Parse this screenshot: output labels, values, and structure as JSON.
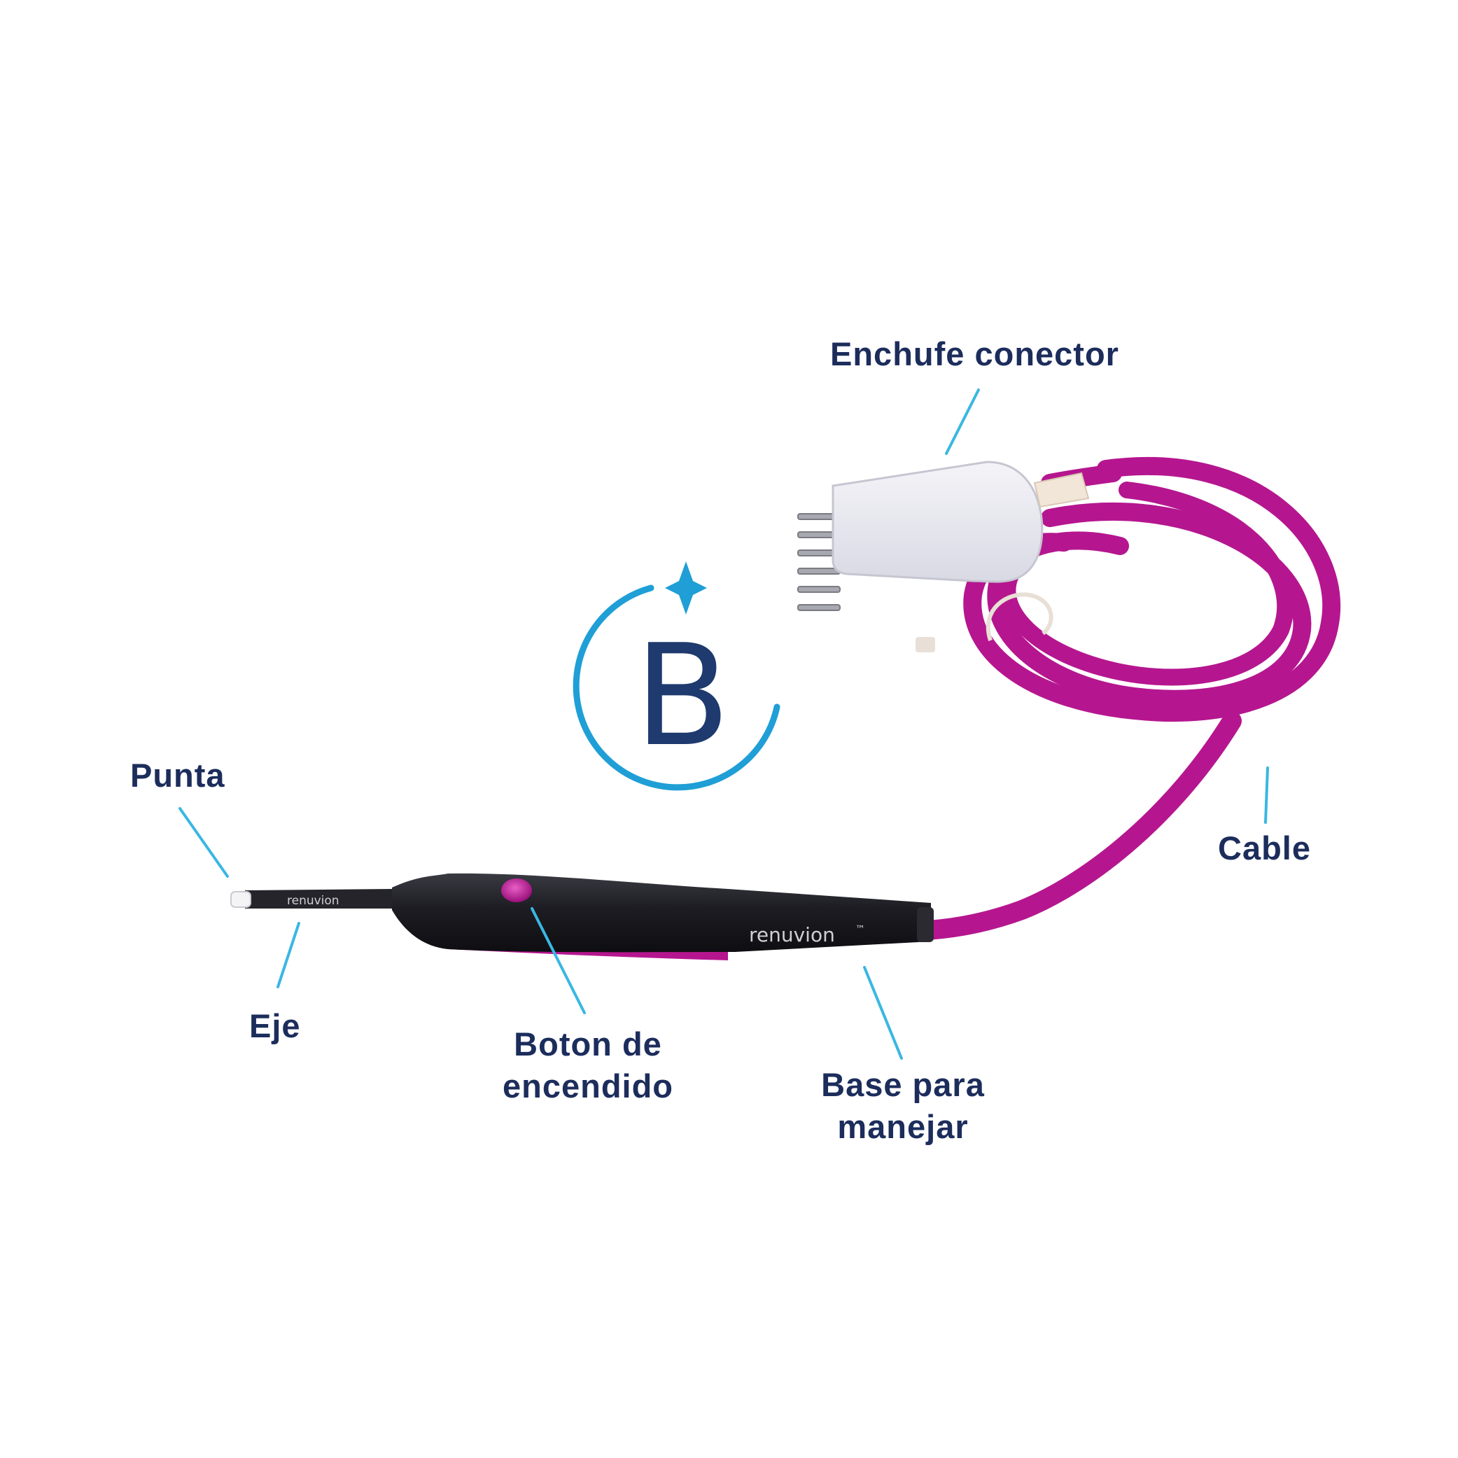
{
  "colors": {
    "label_text": "#1c2d5c",
    "leader_line": "#3ab7e2",
    "cable": "#b5168f",
    "handle": "#1f1f24",
    "logo_navy": "#1e3a6e",
    "logo_blue": "#1f9fd6"
  },
  "labels": {
    "connector": "Enchufe conector",
    "cable": "Cable",
    "tip": "Punta",
    "shaft": "Eje",
    "power_button": [
      "Boton de",
      "encendido"
    ],
    "handle_base": [
      "Base para",
      "manejar"
    ]
  },
  "logo": {
    "letter": "B",
    "icon": "star-swoosh-logo"
  },
  "brand": {
    "handle_text": "renuvion",
    "trademark": "™"
  }
}
